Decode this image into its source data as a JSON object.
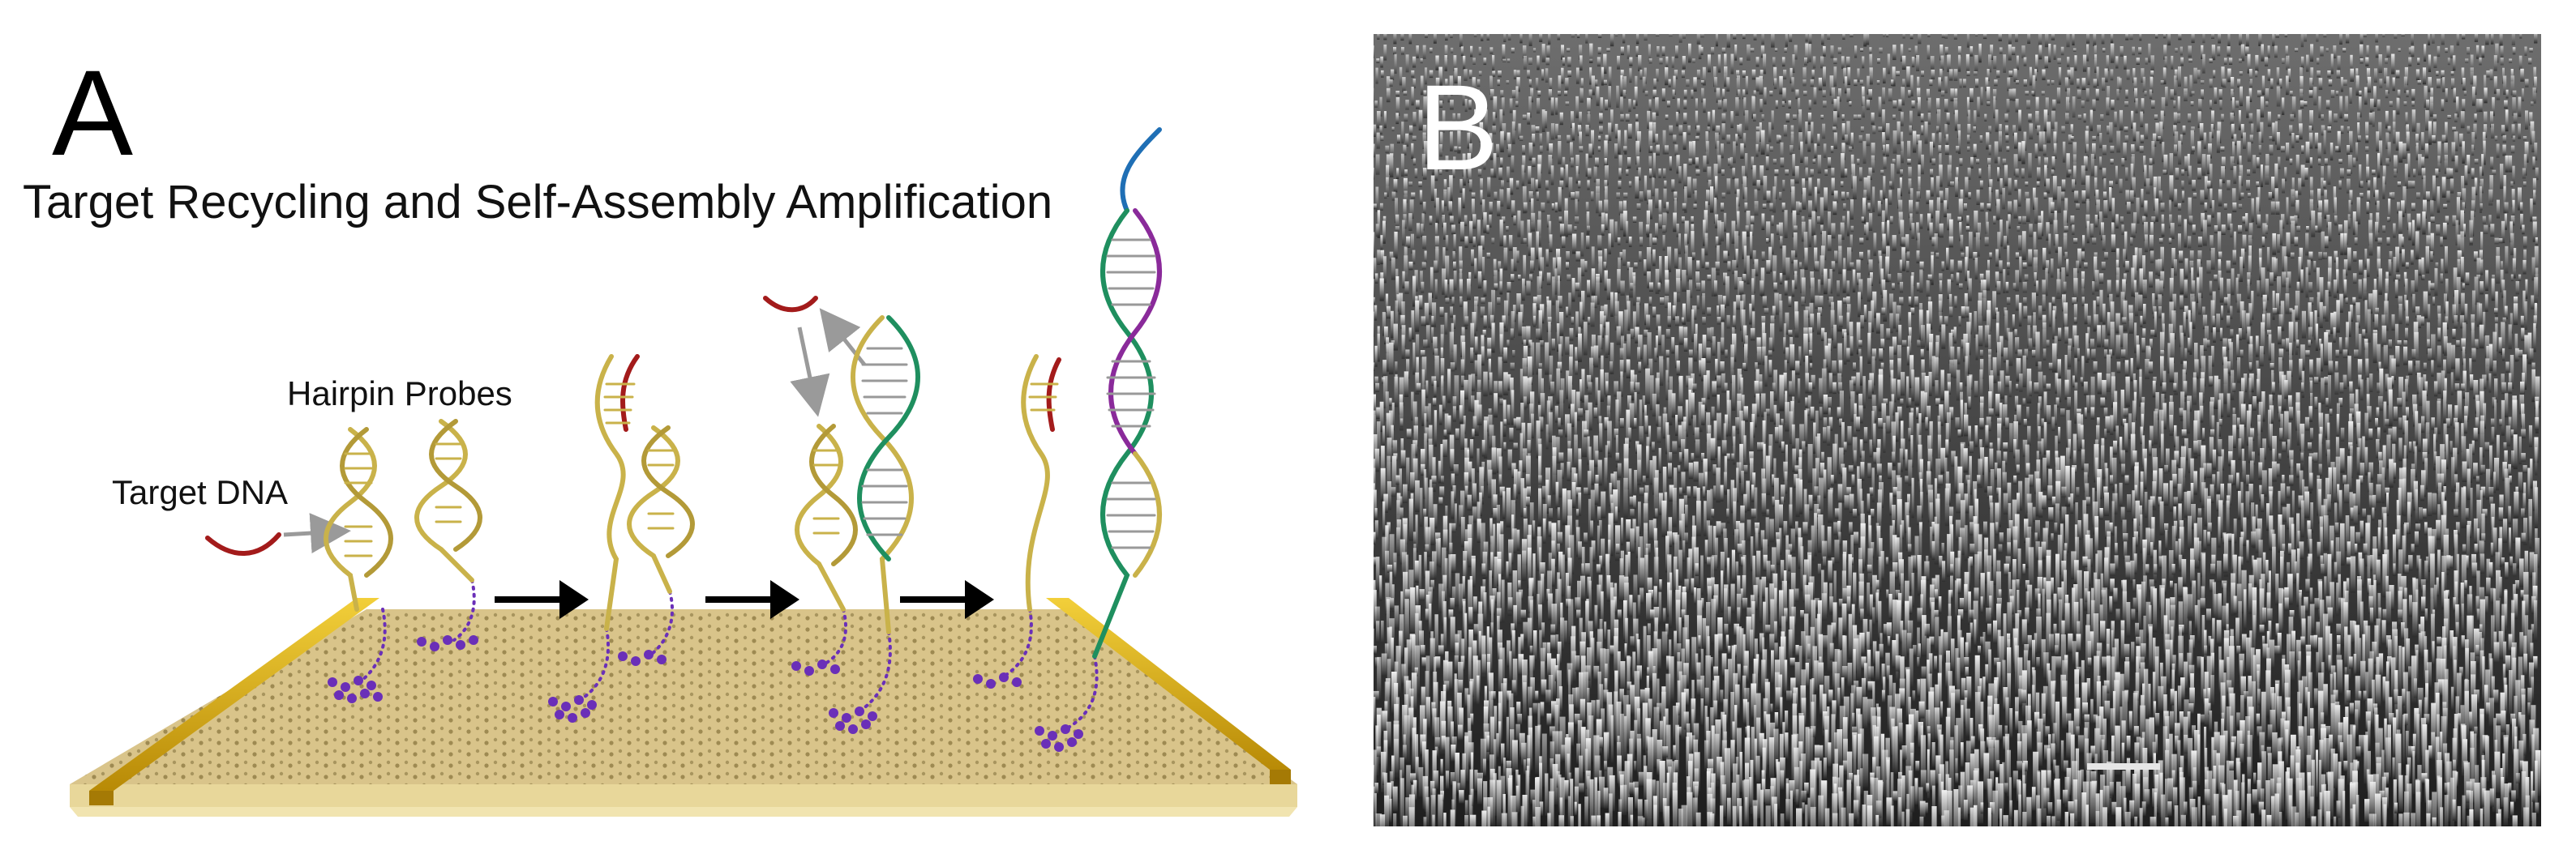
{
  "panel_a": {
    "letter": "A",
    "title": "Target Recycling and Self-Assembly Amplification",
    "labels": {
      "hairpin_probes": "Hairpin Probes",
      "target_dna": "Target DNA"
    },
    "icons": [
      "right-arrow-icon",
      "right-arrow-icon",
      "right-arrow-icon"
    ]
  },
  "panel_b": {
    "letter": "B"
  },
  "colors": {
    "strand_yellow": "#c9b24a",
    "target_red": "#a31b1b",
    "strand_green": "#1f8f5f",
    "strand_purple": "#8a2a9a",
    "strand_blue": "#1f6fb5",
    "substrate": "#d9c48a",
    "rail_gold": "#d4a514",
    "molecule_purple": "#6a2fb8"
  }
}
